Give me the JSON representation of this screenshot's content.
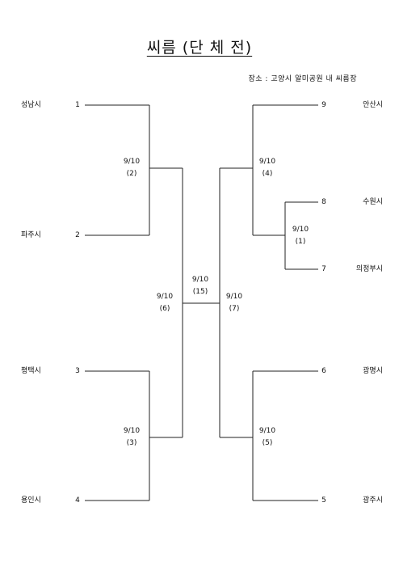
{
  "title": "씨름 (단 체 전)",
  "venue": "장소 : 고양시 알미공원 내 씨름장",
  "left_entries": [
    {
      "team": "성남시",
      "seed": "1"
    },
    {
      "team": "파주시",
      "seed": "2"
    },
    {
      "team": "평택시",
      "seed": "3"
    },
    {
      "team": "용인시",
      "seed": "4"
    }
  ],
  "right_entries": [
    {
      "team": "안산시",
      "seed": "9"
    },
    {
      "team": "수원시",
      "seed": "8"
    },
    {
      "team": "의정부시",
      "seed": "7"
    },
    {
      "team": "광명시",
      "seed": "6"
    },
    {
      "team": "광주시",
      "seed": "5"
    }
  ],
  "matches": {
    "m1": {
      "date": "9/10",
      "no": "(1)"
    },
    "m2": {
      "date": "9/10",
      "no": "(2)"
    },
    "m3": {
      "date": "9/10",
      "no": "(3)"
    },
    "m4": {
      "date": "9/10",
      "no": "(4)"
    },
    "m5": {
      "date": "9/10",
      "no": "(5)"
    },
    "m6": {
      "date": "9/10",
      "no": "(6)"
    },
    "m7": {
      "date": "9/10",
      "no": "(7)"
    },
    "final": {
      "date": "9/10",
      "no": "(15)"
    }
  }
}
